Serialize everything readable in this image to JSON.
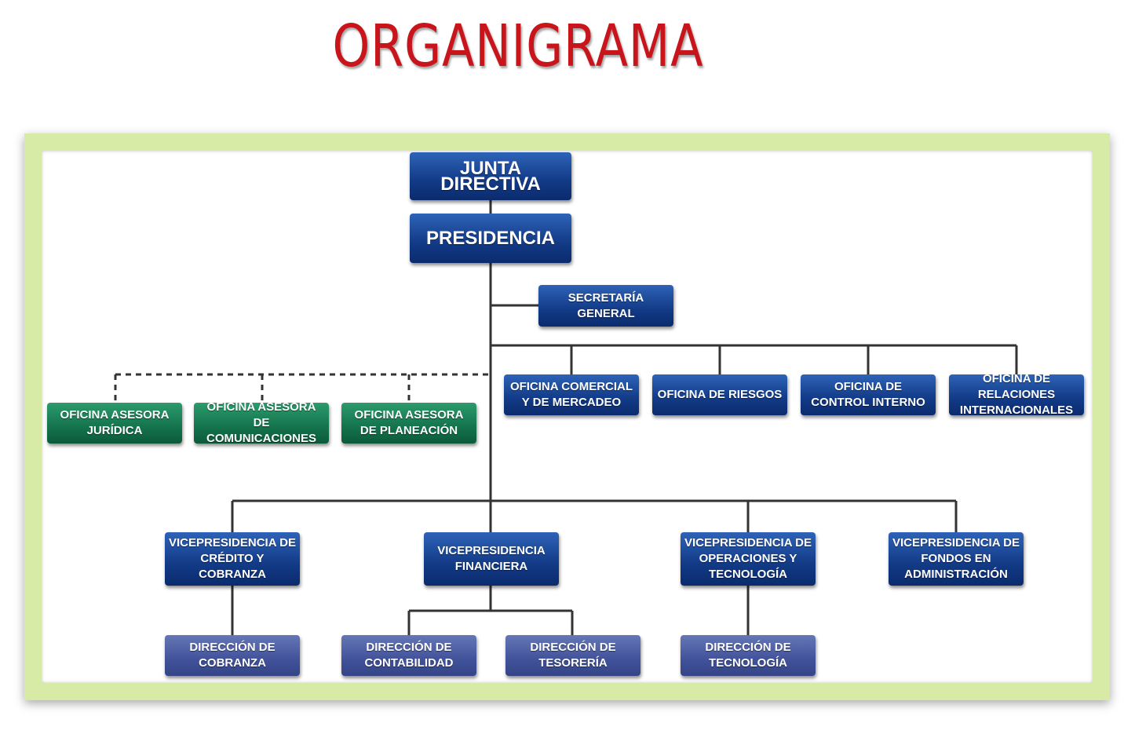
{
  "title": "ORGANIGRAMA",
  "colors": {
    "title": "#c8141b",
    "frame": "#d7eaa6",
    "connector": "#333333",
    "box_blue": "#123a86",
    "box_green": "#14734c",
    "box_light": "#42529a"
  },
  "nodes": {
    "junta": "JUNTA DIRECTIVA",
    "presidencia": "PRESIDENCIA",
    "secretaria": "SECRETARÍA GENERAL",
    "of_comercial": "OFICINA COMERCIAL\nY DE MERCADEO",
    "of_riesgos": "OFICINA DE RIESGOS",
    "of_control": "OFICINA DE\nCONTROL INTERNO",
    "of_relaciones": "OFICINA DE RELACIONES\nINTERNACIONALES",
    "as_juridica": "OFICINA ASESORA\nJURÍDICA",
    "as_comunicaciones": "OFICINA ASESORA\nDE COMUNICACIONES",
    "as_planeacion": "OFICINA ASESORA\nDE PLANEACIÓN",
    "vp_credito": "VICEPRESIDENCIA DE\nCRÉDITO Y COBRANZA",
    "vp_financiera": "VICEPRESIDENCIA\nFINANCIERA",
    "vp_operaciones": "VICEPRESIDENCIA DE\nOPERACIONES Y\nTECNOLOGÍA",
    "vp_fondos": "VICEPRESIDENCIA DE\nFONDOS EN\nADMINISTRACIÓN",
    "dir_cobranza": "DIRECCIÓN DE\nCOBRANZA",
    "dir_contabilidad": "DIRECCIÓN DE\nCONTABILIDAD",
    "dir_tesoreria": "DIRECCIÓN DE\nTESORERÍA",
    "dir_tecnologia": "DIRECCIÓN DE\nTECNOLOGÍA"
  }
}
